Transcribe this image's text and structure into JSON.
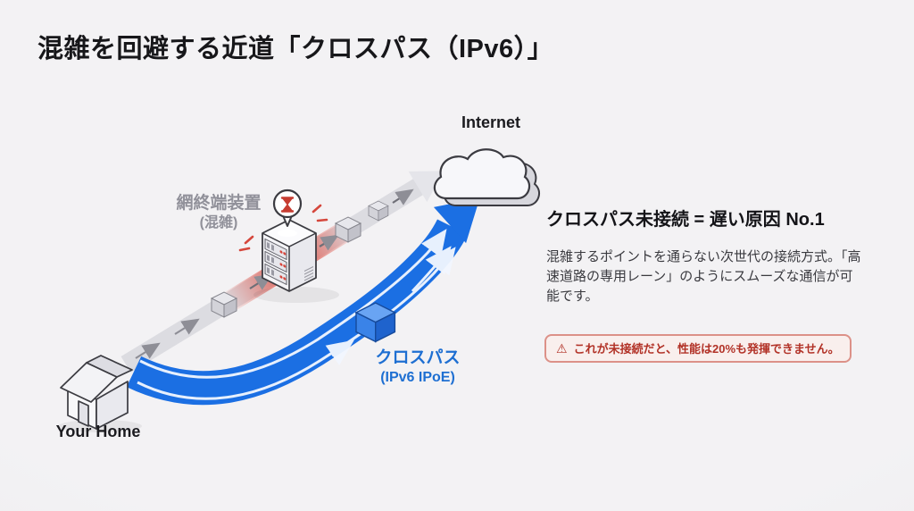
{
  "page": {
    "background": "#f0eff1"
  },
  "title": "混雑を回避する近道「クロスパス（IPv6）」",
  "diagram": {
    "internet_label": "Internet",
    "home_label": "Your Home",
    "terminal_label": "網終端装置",
    "terminal_sublabel": "(混雑)",
    "crosspath_label": "クロスパス",
    "crosspath_sublabel": "(IPv6 IPoE)",
    "colors": {
      "route_blue": "#1b6fe3",
      "route_gray": "#dcdce1",
      "congestion_red": "#df574c",
      "terminal_label_gray": "#91919a",
      "crosspath_label_blue": "#1e6fd2"
    }
  },
  "panel": {
    "heading": "クロスパス未接続 = 遅い原因 No.1",
    "body": "混雑するポイントを通らない次世代の接続方式。「高速道路の専用レーン」のようにスムーズな通信が可能です。",
    "warning": {
      "icon": "⚠",
      "text": "これが未接続だと、性能は20%も発揮できません。"
    }
  }
}
